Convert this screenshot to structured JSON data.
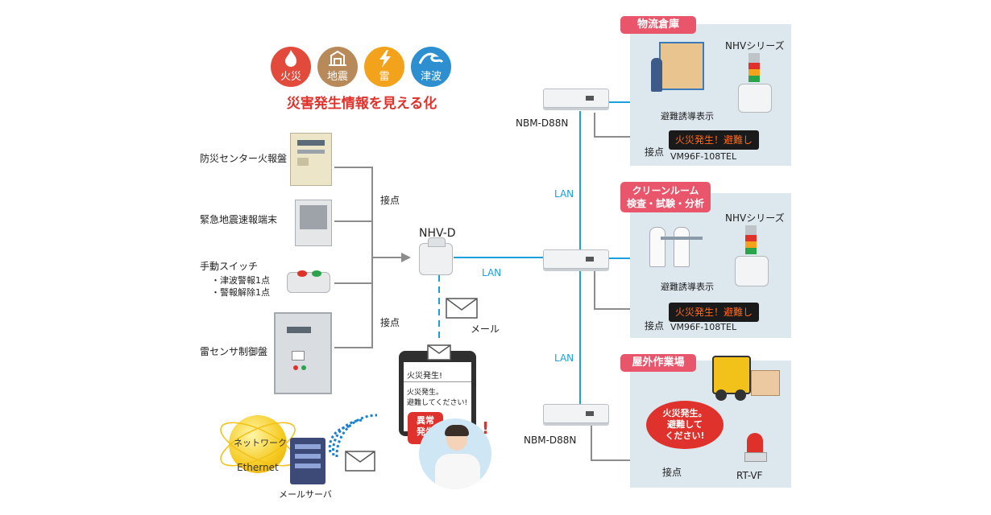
{
  "hazards": [
    {
      "label": "火災",
      "icon": "fire-icon",
      "color": "#e24a3b"
    },
    {
      "label": "地震",
      "icon": "earthquake-icon",
      "color": "#b88a5a"
    },
    {
      "label": "雷",
      "icon": "lightning-icon",
      "color": "#f2a31b"
    },
    {
      "label": "津波",
      "icon": "tsunami-icon",
      "color": "#2d8fcf"
    }
  ],
  "headline": "災害発生情報を見える化",
  "inputs": {
    "fire_panel": "防災センター火報盤",
    "quake_terminal": "緊急地震速報端末",
    "manual_switch": "手動スイッチ",
    "manual_sub1": "・津波警報1点",
    "manual_sub2": "・警報解除1点",
    "lightning_panel": "雷センサ制御盤",
    "contact_upper": "接点",
    "contact_lower": "接点"
  },
  "center": {
    "device": "NHV-D",
    "lan_main": "LAN",
    "mail": "メール"
  },
  "phone": {
    "subject": "火災発生!",
    "body1": "火災発生。",
    "body2": "避難してください!",
    "alert1": "異常",
    "alert2": "発生"
  },
  "network": {
    "globe_label1": "ネットワーク",
    "globe_label2": "Ethernet",
    "server": "メールサーバ"
  },
  "lan_upper": "LAN",
  "lan_lower": "LAN",
  "site1": {
    "tag": "物流倉庫",
    "router": "NBM-D88N",
    "series": "NHVシリーズ",
    "guidance": "避難誘導表示",
    "contact": "接点",
    "sign_text": "火災発生！避難し",
    "sign_model": "VM96F-108TEL"
  },
  "site2": {
    "tag1": "クリーンルーム",
    "tag2": "検査・試験・分析",
    "series": "NHVシリーズ",
    "guidance": "避難誘導表示",
    "contact": "接点",
    "sign_text": "火災発生！避難し",
    "sign_model": "VM96F-108TEL"
  },
  "site3": {
    "tag": "屋外作業場",
    "router": "NBM-D88N",
    "bubble1": "火災発生。",
    "bubble2": "避難して",
    "bubble3": "ください!",
    "contact": "接点",
    "beacon": "RT-VF"
  }
}
